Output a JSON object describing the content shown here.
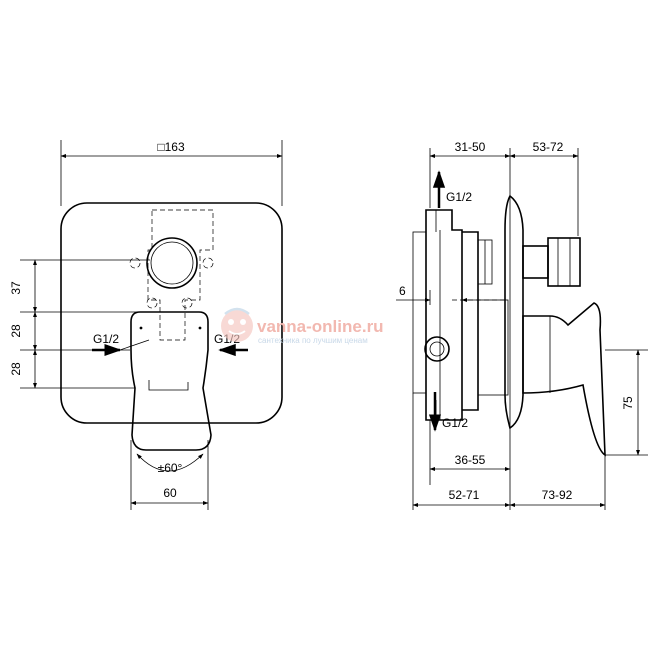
{
  "front_view": {
    "width_label": "□163",
    "dim_37": "37",
    "dim_28_top": "28",
    "dim_28_bottom": "28",
    "inlet_left": "G1/2",
    "inlet_right": "G1/2",
    "rotation_label": "±60°",
    "lever_width": "60"
  },
  "side_view": {
    "dim_31_50": "31-50",
    "dim_53_72": "53-72",
    "outlet_top": "G1/2",
    "dim_6": "6",
    "dim_75": "75",
    "outlet_bottom": "G1/2",
    "dim_36_55": "36-55",
    "dim_52_71": "52-71",
    "dim_73_92": "73-92"
  },
  "watermark": {
    "site": "vanna-online.ru",
    "tagline": "сантехника по лучшим ценам"
  },
  "colors": {
    "line": "#000000",
    "watermark_red": "#f2b8b0",
    "watermark_blue": "#c8d8e8"
  }
}
